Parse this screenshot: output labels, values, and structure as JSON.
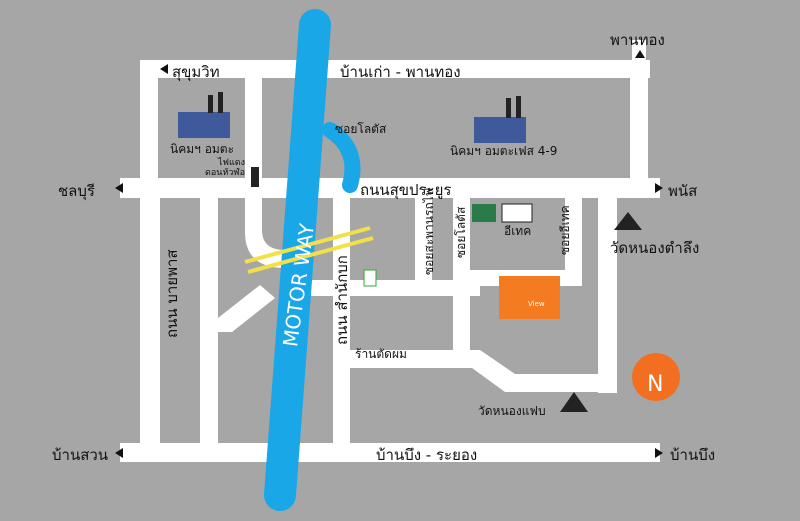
{
  "colors": {
    "background": "#a6a6a6",
    "road": "#ffffff",
    "motorway": "#1aa7e8",
    "north_badge": "#f26f21",
    "hotel": "#f47b20"
  },
  "labels": {
    "phan_thong_top": "พานทอง",
    "sukhumvit": "สุขุมวิท",
    "ban_kao_phan_thong": "บ้านเก่า - พานทอง",
    "soi_lotus_top": "ซอยโลตัส",
    "amata_estate": "นิคมฯ อมตะ",
    "amata_estate_4_9": "นิคมฯ อมตะเฟส 4-9",
    "traffic_light_1": "ไฟแดง",
    "traffic_light_2": "ดอนหัวฬ่อ",
    "chonburi": "ชลบุรี",
    "sukprayoon_road": "ถนนสุขประยูร",
    "phanat": "พนัส",
    "motorway": "MOTOR WAY",
    "soi_railway": "ซอยสะพานรถไฟ",
    "soi_lotus": "ซอยโลตัส",
    "etech": "อีเทค",
    "soi_etech": "ซอยอีเทค",
    "wat_nong_tamlueng": "วัดหนองตำลึง",
    "bypass_road": "ถนน บายพาส",
    "samnakbok_road": "ถนน สำนักบก",
    "barber": "ร้านตัดผม",
    "wat_nong_faep": "วัดหนองแฟบ",
    "ban_suan": "บ้านสวน",
    "ban_bueng_rayong": "บ้านบึง - ระยอง",
    "ban_bueng": "บ้านบึง",
    "north": "N",
    "hotel": "View"
  }
}
